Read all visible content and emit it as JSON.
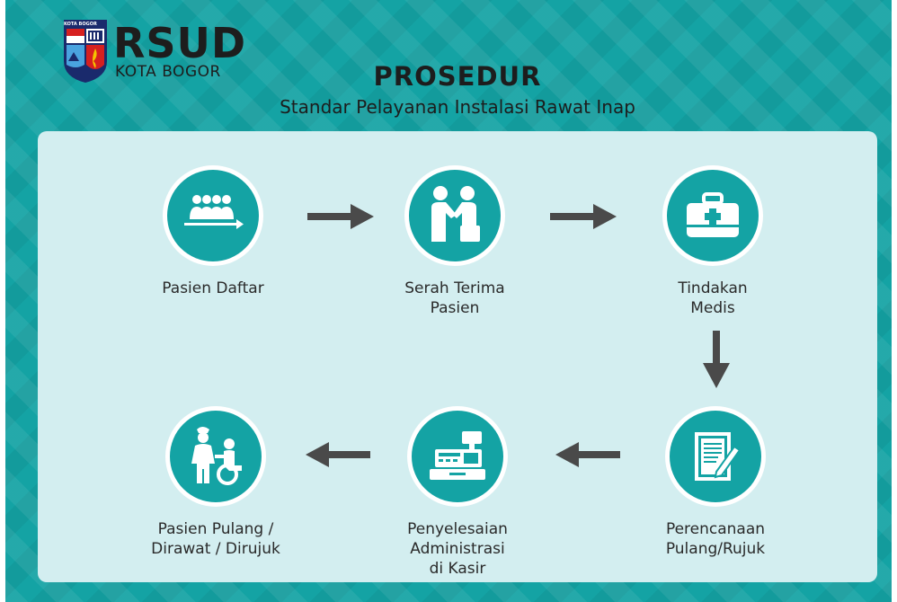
{
  "logo": {
    "crest_label": "KOTA BOGOR",
    "title": "RSUD",
    "subtitle": "KOTA BOGOR"
  },
  "heading": {
    "title": "PROSEDUR",
    "subtitle": "Standar Pelayanan Instalasi Rawat Inap"
  },
  "steps": [
    {
      "icon": "group-of-people-icon",
      "lines": [
        "Pasien Daftar"
      ]
    },
    {
      "icon": "handshake-icon",
      "lines": [
        "Serah Terima",
        "Pasien"
      ]
    },
    {
      "icon": "medical-kit-icon",
      "lines": [
        "Tindakan",
        "Medis"
      ]
    },
    {
      "icon": "clipboard-pen-icon",
      "lines": [
        "Perencanaan",
        "Pulang/Rujuk"
      ]
    },
    {
      "icon": "cash-register-icon",
      "lines": [
        "Penyelesaian",
        "Administrasi",
        "di Kasir"
      ]
    },
    {
      "icon": "nurse-wheelchair-icon",
      "lines": [
        "Pasien Pulang /",
        "Dirawat / Dirujuk"
      ]
    }
  ],
  "colors": {
    "background": "#14a3a4",
    "panel": "#d3eef0",
    "arrow": "#4a4a4a",
    "text": "#2a2a2a"
  }
}
